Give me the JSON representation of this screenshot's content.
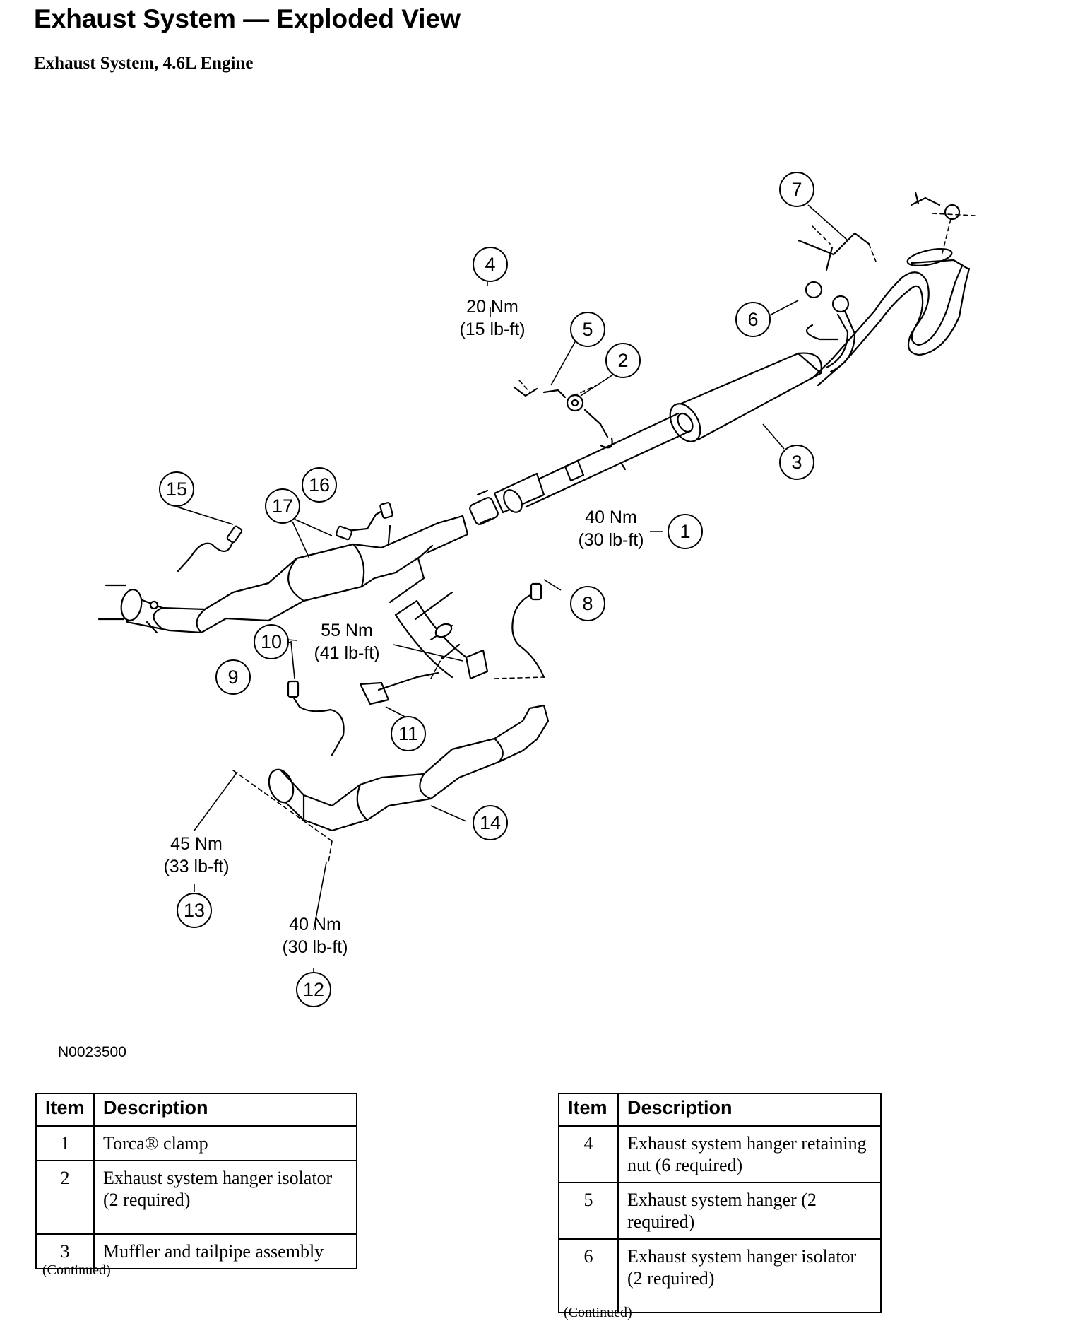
{
  "header": {
    "title": "Exhaust System — Exploded View",
    "subtitle": "Exhaust System, 4.6L Engine"
  },
  "diagram": {
    "figure_id": "N0023500",
    "callouts": [
      "1",
      "2",
      "3",
      "4",
      "5",
      "6",
      "7",
      "8",
      "9",
      "10",
      "11",
      "12",
      "13",
      "14",
      "15",
      "16",
      "17"
    ],
    "torque_specs": {
      "item4": [
        "20 Nm",
        "(15 lb-ft)"
      ],
      "item1": [
        "40 Nm",
        "(30 lb-ft)"
      ],
      "item10": [
        "55 Nm",
        "(41 lb-ft)"
      ],
      "item13": [
        "45 Nm",
        "(33 lb-ft)"
      ],
      "item12": [
        "40 Nm",
        "(30 lb-ft)"
      ]
    }
  },
  "tables": {
    "headers": {
      "item": "Item",
      "description": "Description"
    },
    "left": {
      "rows": [
        {
          "item": "1",
          "description": "Torca® clamp"
        },
        {
          "item": "2",
          "description": "Exhaust system hanger isolator (2 required)"
        },
        {
          "item": "3",
          "description": "Muffler and tailpipe assembly"
        }
      ],
      "continued": "(Continued)"
    },
    "right": {
      "rows": [
        {
          "item": "4",
          "description": "Exhaust system hanger retaining nut (6 required)"
        },
        {
          "item": "5",
          "description": "Exhaust system hanger (2 required)"
        },
        {
          "item": "6",
          "description": "Exhaust system hanger isolator (2 required)"
        }
      ],
      "continued": "(Continued)"
    }
  }
}
